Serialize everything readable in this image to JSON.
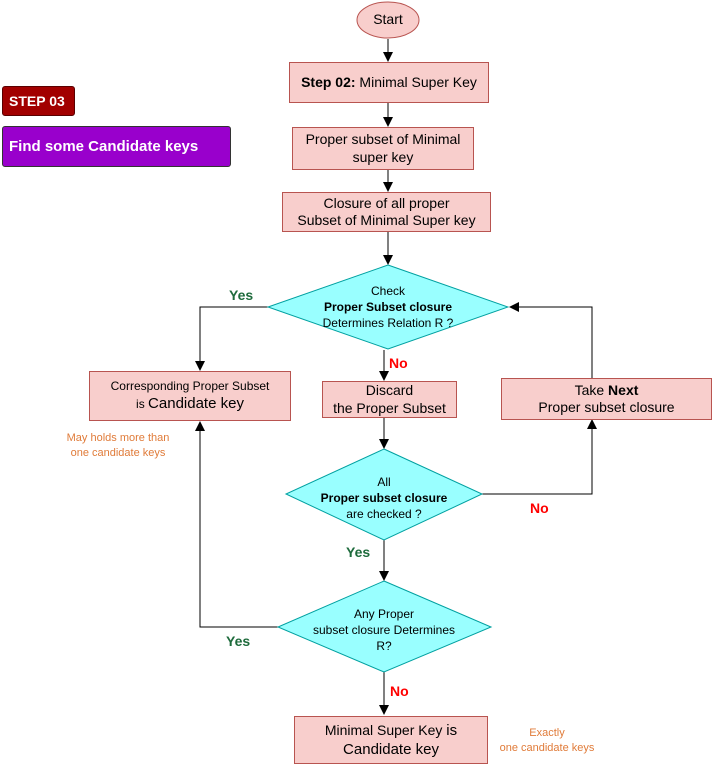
{
  "badges": {
    "step": "STEP 03",
    "goal": "Find some Candidate keys"
  },
  "colors": {
    "box_fill": "#f8cecc",
    "box_stroke": "#b85450",
    "decision_fill": "#99ffff",
    "decision_stroke": "#00a0a0",
    "yes_label": "#1e6b3c",
    "no_label": "#ff0000",
    "note": "#e07b39",
    "step_badge": "#a20000",
    "goal_badge": "#9900cc"
  },
  "nodes": {
    "start": "Start",
    "step02_prefix": "Step 02:",
    "step02_text": " Minimal Super Key",
    "proper_subset_line1": "Proper subset of Minimal",
    "proper_subset_line2": "super key",
    "closure_line1": "Closure of all proper",
    "closure_line2": "Subset of Minimal Super key",
    "check_line1": "Check",
    "check_line2": "Proper Subset closure",
    "check_line3": "Determines Relation R ?",
    "corresponding_line1": "Corresponding Proper Subset",
    "corresponding_is": "is ",
    "corresponding_key": "Candidate key",
    "discard_line1": "Discard",
    "discard_line2": "the Proper Subset",
    "take_prefix": "Take ",
    "take_bold": "Next",
    "take_line2": "Proper subset closure",
    "all_line1": "All",
    "all_line2": "Proper subset closure",
    "all_line3": "are checked ?",
    "any_line1": "Any Proper",
    "any_line2": "subset closure Determines",
    "any_line3": "R?",
    "minimal_line1": "Minimal Super Key ",
    "minimal_is": "is",
    "minimal_line2": "Candidate key"
  },
  "edge_labels": {
    "yes_check": "Yes",
    "no_check": "No",
    "no_all": "No",
    "yes_all": "Yes",
    "yes_any": "Yes",
    "no_any": "No"
  },
  "notes": {
    "many_line1": "May holds more than",
    "many_line2": "one candidate keys",
    "exactly_line1": "Exactly",
    "exactly_line2": "one candidate keys"
  }
}
